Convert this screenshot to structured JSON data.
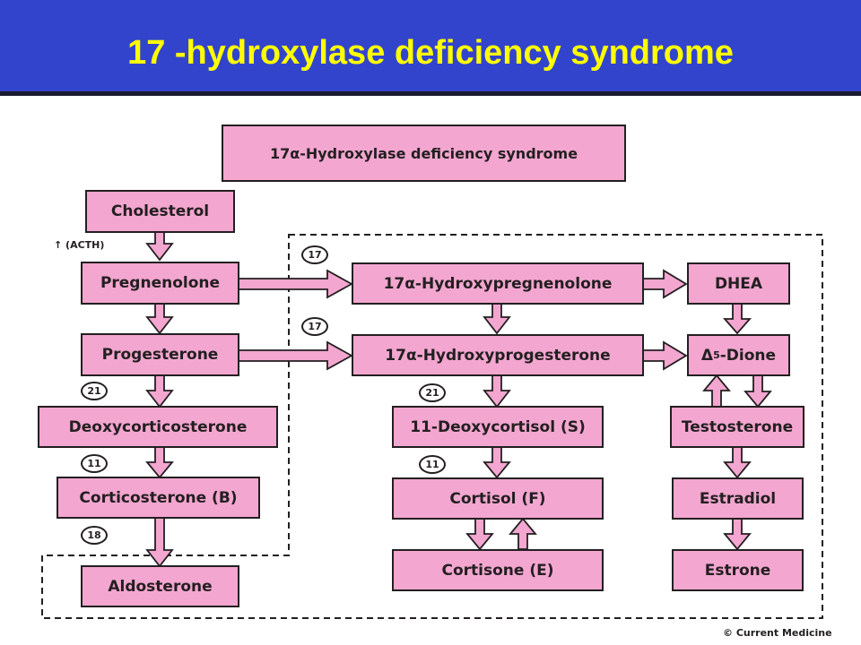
{
  "slide_title": "17 -hydroxylase deficiency syndrome",
  "colors": {
    "header_bg": "#3344cc",
    "title_text": "#ffff00",
    "box_fill": "#f3a6d0",
    "outline": "#231f20"
  },
  "diagram": {
    "title": "17α-Hydroxylase deficiency syndrome",
    "acth_note": "↑ (ACTH)",
    "credit": "© Current Medicine",
    "left_column": {
      "cholesterol": "Cholesterol",
      "pregnenolone": "Pregnenolone",
      "progesterone": "Progesterone",
      "deoxycorticosterone": "Deoxycorticosterone",
      "corticosterone": "Corticosterone (B)",
      "aldosterone": "Aldosterone"
    },
    "middle_column": {
      "hydroxypregnenolone": "17α-Hydroxypregnenolone",
      "hydroxyprogesterone": "17α-Hydroxyprogesterone",
      "deoxycortisol": "11-Deoxycortisol (S)",
      "cortisol": "Cortisol (F)",
      "cortisone": "Cortisone (E)"
    },
    "right_column": {
      "dhea": "DHEA",
      "dione_prefix": "Δ",
      "dione_sup": "5",
      "dione_suffix": "-Dione",
      "testosterone": "Testosterone",
      "estradiol": "Estradiol",
      "estrone": "Estrone"
    },
    "enzymes": {
      "e17_top": "17",
      "e17_bottom": "17",
      "e21_left": "21",
      "e11_left": "11",
      "e18": "18",
      "e21_mid": "21",
      "e11_mid": "11"
    }
  }
}
